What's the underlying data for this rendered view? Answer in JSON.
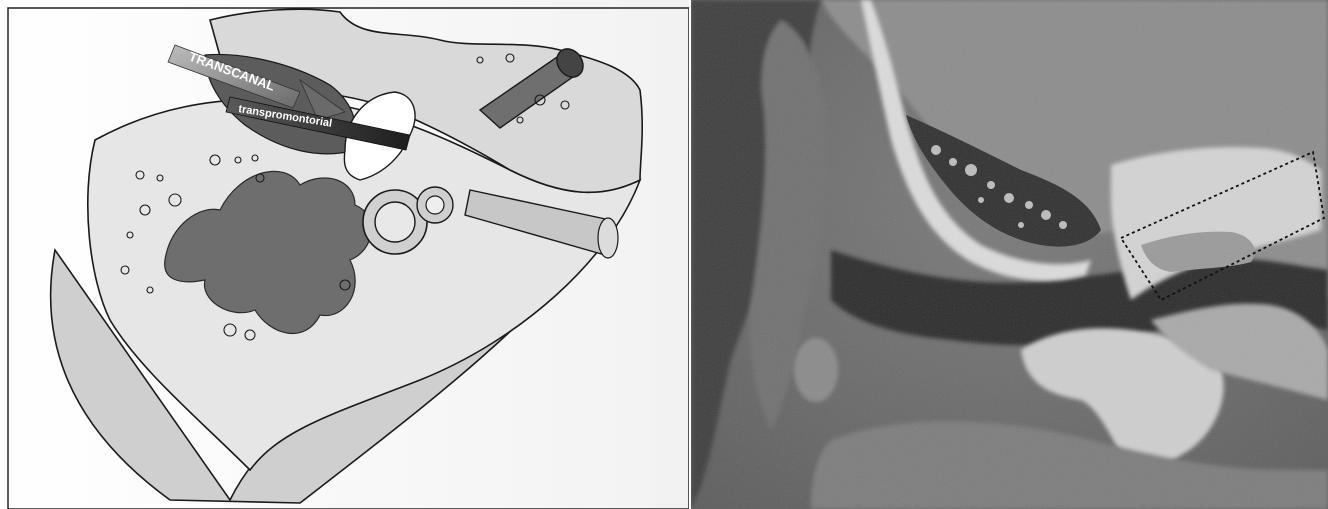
{
  "figure": {
    "left_panel": {
      "kind": "schematic illustration",
      "labels": {
        "approach_primary": "TRANSCANAL",
        "approach_secondary": "transpromontorial"
      }
    },
    "right_panel": {
      "kind": "CT scan (grayscale)",
      "overlay": "dotted rectangle outlining approach"
    }
  }
}
